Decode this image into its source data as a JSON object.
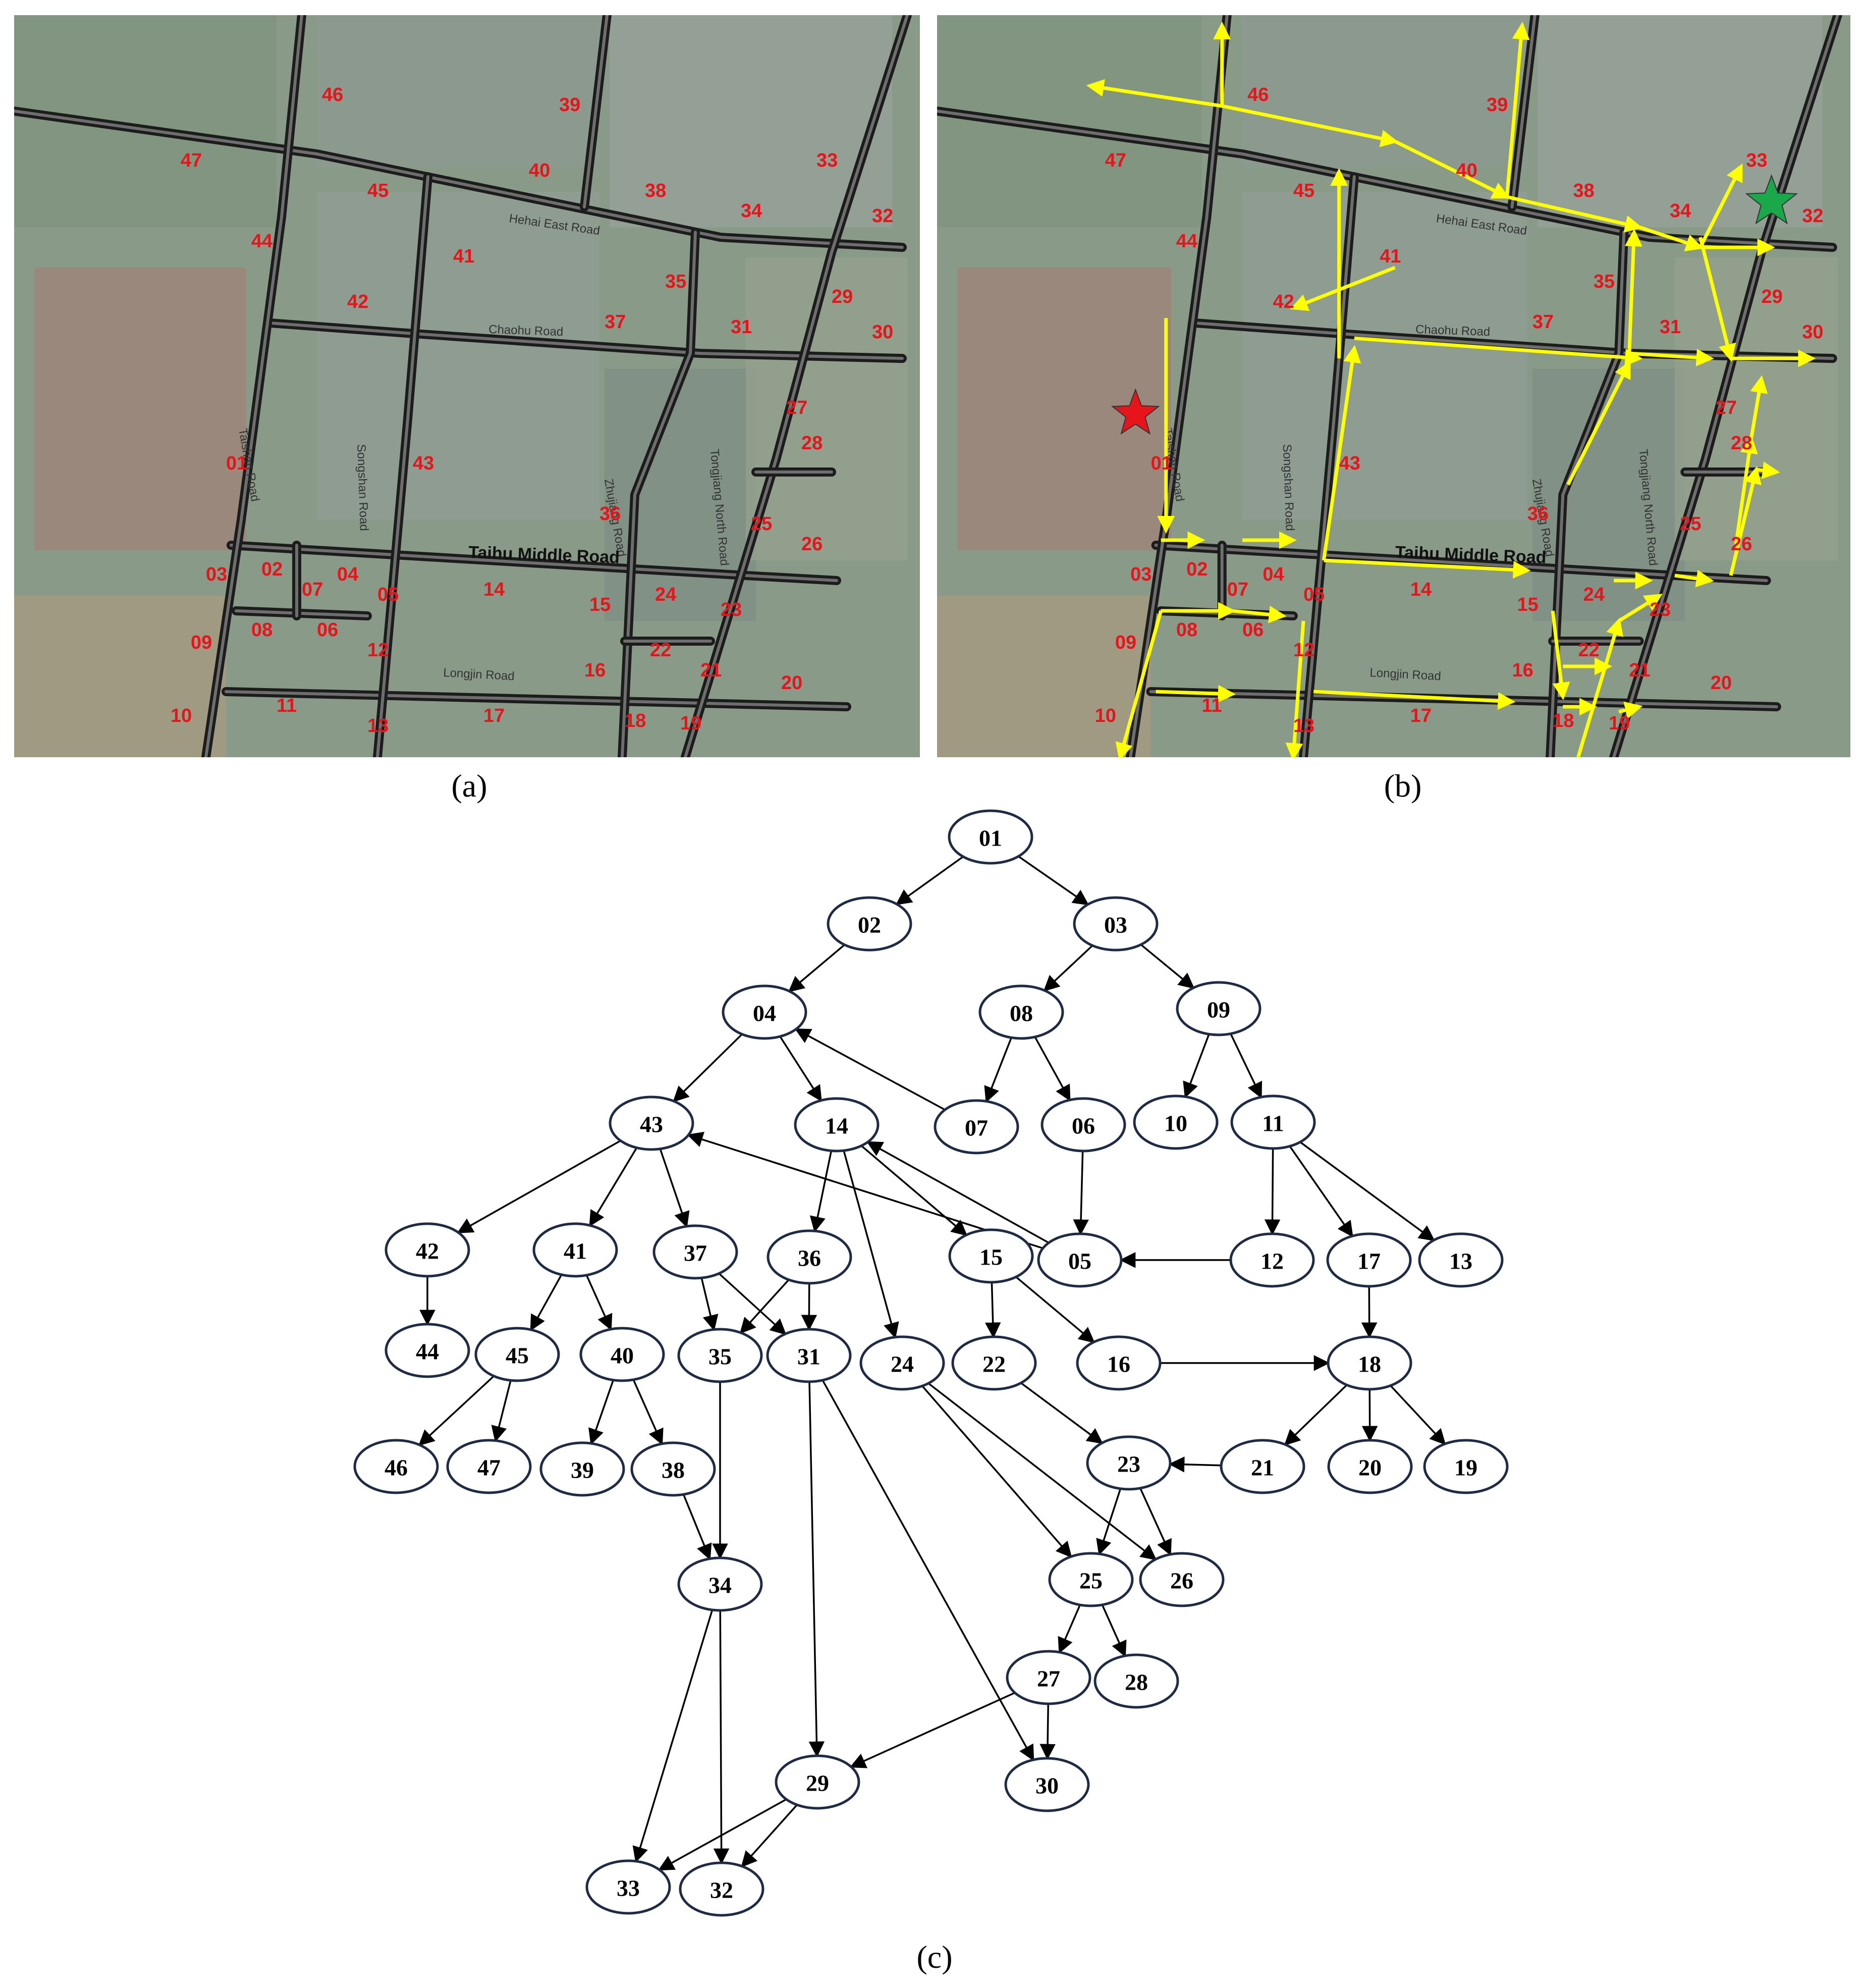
{
  "captions": {
    "a": "(a)",
    "b": "(b)",
    "c": "(c)"
  },
  "road_names": {
    "hehai": "Hehai East Road",
    "chaohu": "Chaohu Road",
    "taishan": "Taishan Road",
    "songshan": "Songshan Road",
    "zhujiang": "Zhujiang Road",
    "tongjiang": "Tongjiang North Road",
    "taihu": "Taihu Middle Road",
    "longjin": "Longjin Road"
  },
  "markers": {
    "start_color": "#e8141b",
    "goal_color": "#1aa84a",
    "arrow_color": "#ffff00",
    "label_color": "#e8141b"
  },
  "map_labels": [
    "01",
    "02",
    "03",
    "04",
    "05",
    "06",
    "07",
    "08",
    "09",
    "10",
    "11",
    "12",
    "13",
    "14",
    "15",
    "16",
    "17",
    "18",
    "19",
    "20",
    "21",
    "22",
    "23",
    "24",
    "25",
    "26",
    "27",
    "28",
    "29",
    "30",
    "31",
    "32",
    "33",
    "34",
    "35",
    "36",
    "37",
    "38",
    "39",
    "40",
    "41",
    "42",
    "43",
    "44",
    "45",
    "46",
    "47"
  ],
  "graph": {
    "nodes": [
      "01",
      "02",
      "03",
      "04",
      "08",
      "09",
      "43",
      "14",
      "07",
      "06",
      "10",
      "11",
      "42",
      "41",
      "37",
      "36",
      "15",
      "05",
      "12",
      "17",
      "13",
      "44",
      "45",
      "40",
      "35",
      "31",
      "24",
      "22",
      "16",
      "18",
      "46",
      "47",
      "39",
      "38",
      "23",
      "21",
      "20",
      "19",
      "25",
      "26",
      "34",
      "27",
      "28",
      "29",
      "30",
      "33",
      "32"
    ],
    "edges": [
      [
        "01",
        "02"
      ],
      [
        "01",
        "03"
      ],
      [
        "02",
        "04"
      ],
      [
        "03",
        "08"
      ],
      [
        "03",
        "09"
      ],
      [
        "04",
        "43"
      ],
      [
        "04",
        "14"
      ],
      [
        "07",
        "04"
      ],
      [
        "08",
        "07"
      ],
      [
        "08",
        "06"
      ],
      [
        "09",
        "10"
      ],
      [
        "09",
        "11"
      ],
      [
        "06",
        "05"
      ],
      [
        "05",
        "43"
      ],
      [
        "05",
        "14"
      ],
      [
        "43",
        "42"
      ],
      [
        "43",
        "41"
      ],
      [
        "43",
        "37"
      ],
      [
        "14",
        "36"
      ],
      [
        "14",
        "15"
      ],
      [
        "14",
        "24"
      ],
      [
        "11",
        "12"
      ],
      [
        "11",
        "17"
      ],
      [
        "11",
        "13"
      ],
      [
        "12",
        "05"
      ],
      [
        "42",
        "44"
      ],
      [
        "41",
        "45"
      ],
      [
        "41",
        "40"
      ],
      [
        "37",
        "35"
      ],
      [
        "37",
        "31"
      ],
      [
        "36",
        "35"
      ],
      [
        "36",
        "31"
      ],
      [
        "15",
        "22"
      ],
      [
        "15",
        "16"
      ],
      [
        "17",
        "18"
      ],
      [
        "16",
        "18"
      ],
      [
        "45",
        "46"
      ],
      [
        "45",
        "47"
      ],
      [
        "40",
        "39"
      ],
      [
        "40",
        "38"
      ],
      [
        "35",
        "34"
      ],
      [
        "38",
        "34"
      ],
      [
        "31",
        "29"
      ],
      [
        "31",
        "30"
      ],
      [
        "24",
        "25"
      ],
      [
        "24",
        "26"
      ],
      [
        "22",
        "23"
      ],
      [
        "21",
        "23"
      ],
      [
        "18",
        "21"
      ],
      [
        "18",
        "20"
      ],
      [
        "18",
        "19"
      ],
      [
        "23",
        "25"
      ],
      [
        "23",
        "26"
      ],
      [
        "25",
        "27"
      ],
      [
        "25",
        "28"
      ],
      [
        "27",
        "29"
      ],
      [
        "27",
        "30"
      ],
      [
        "34",
        "33"
      ],
      [
        "34",
        "32"
      ],
      [
        "29",
        "33"
      ],
      [
        "29",
        "32"
      ]
    ]
  }
}
